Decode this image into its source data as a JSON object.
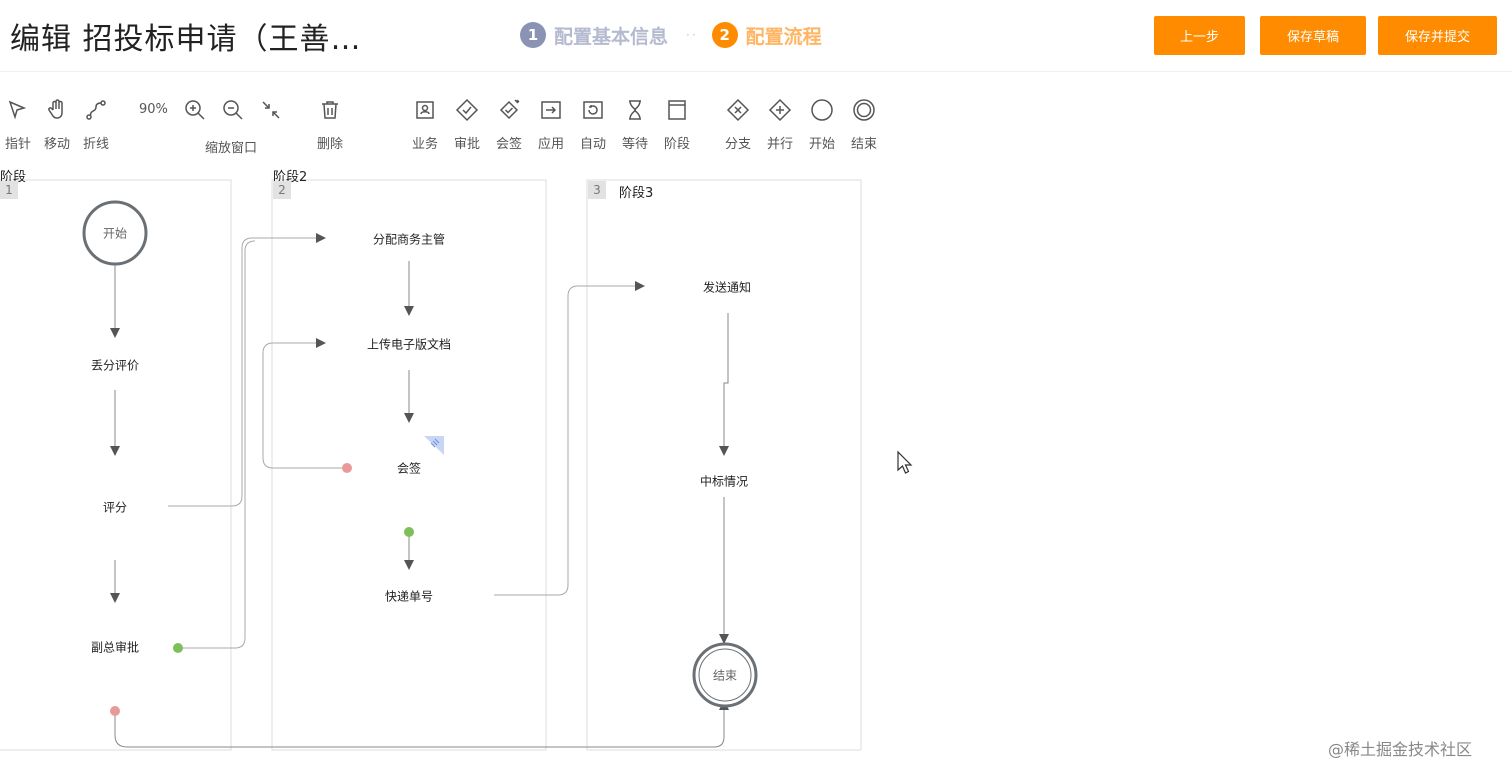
{
  "header": {
    "title": "编辑 招投标申请（王善…",
    "steps": [
      {
        "num": "1",
        "label": "配置基本信息"
      },
      {
        "num": "2",
        "label": "配置流程"
      }
    ],
    "separator": "··",
    "buttons": {
      "prev": "上一步",
      "save_draft": "保存草稿",
      "save_submit": "保存并提交"
    }
  },
  "toolbar": {
    "pointer": "指针",
    "move": "移动",
    "polyline": "折线",
    "zoom_level": "90%",
    "zoom_window": "缩放窗口",
    "delete": "删除",
    "business": "业务",
    "approve": "审批",
    "countersign": "会签",
    "apply": "应用",
    "auto": "自动",
    "wait": "等待",
    "stage": "阶段",
    "branch": "分支",
    "parallel": "并行",
    "start": "开始",
    "end": "结束"
  },
  "lanes": [
    {
      "num": "1",
      "title": "阶段"
    },
    {
      "num": "2",
      "title": "阶段2"
    },
    {
      "num": "3",
      "title": "阶段3"
    }
  ],
  "nodes": {
    "start": "开始",
    "scoring_eval": "丢分评价",
    "score": "评分",
    "vp_approve": "副总审批",
    "assign_manager": "分配商务主管",
    "upload_doc": "上传电子版文档",
    "countersign": "会签",
    "express_no": "快递单号",
    "send_notice": "发送通知",
    "bid_result": "中标情况",
    "end": "结束"
  },
  "watermark": "@稀土掘金技术社区",
  "colors": {
    "accent": "#ff8c00",
    "step_inactive": "#8b93b5",
    "success_dot": "#7dbf5a",
    "fail_dot": "#e89a9a"
  }
}
